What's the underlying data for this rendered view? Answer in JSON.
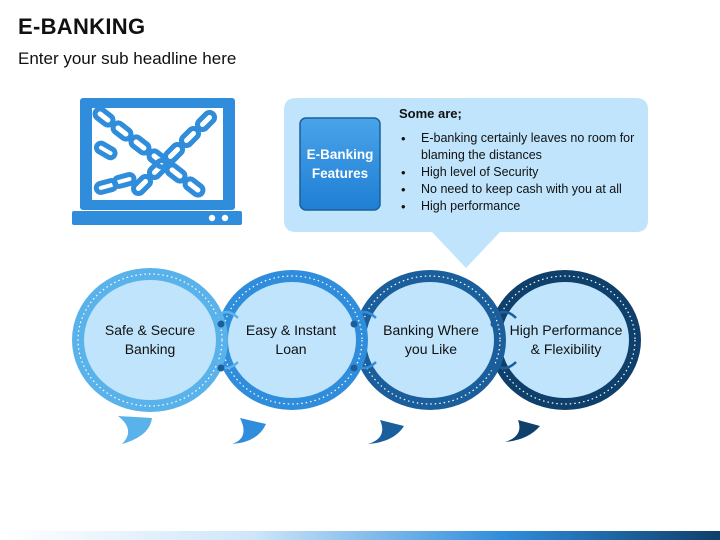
{
  "page": {
    "title": "E-BANKING",
    "subtitle": "Enter your sub headline here"
  },
  "callout": {
    "box_label": "E-Banking Features",
    "heading": "Some are;",
    "items": [
      "E-banking certainly leaves no room for blaming the distances",
      "High level of Security",
      "No need to keep cash with you at all",
      "High performance"
    ]
  },
  "bubbles": [
    {
      "label": "Safe & Secure Banking"
    },
    {
      "label": "Easy & Instant Loan"
    },
    {
      "label": "Banking Where you Like"
    },
    {
      "label": "High Performance & Flexibility"
    }
  ],
  "icons": {
    "laptop": "laptop-chain-icon"
  },
  "colors": {
    "callout_bg": "#bfe4fb",
    "feature_box": "#2f8ddc",
    "bubble_fill": "#bfe4fb",
    "bubble_1_ring": "#5ab2ea",
    "bubble_2_ring": "#2f8ddc",
    "bubble_3_ring": "#1a5f9c",
    "bubble_4_ring": "#0f3f6b",
    "laptop": "#2f8ddc"
  }
}
